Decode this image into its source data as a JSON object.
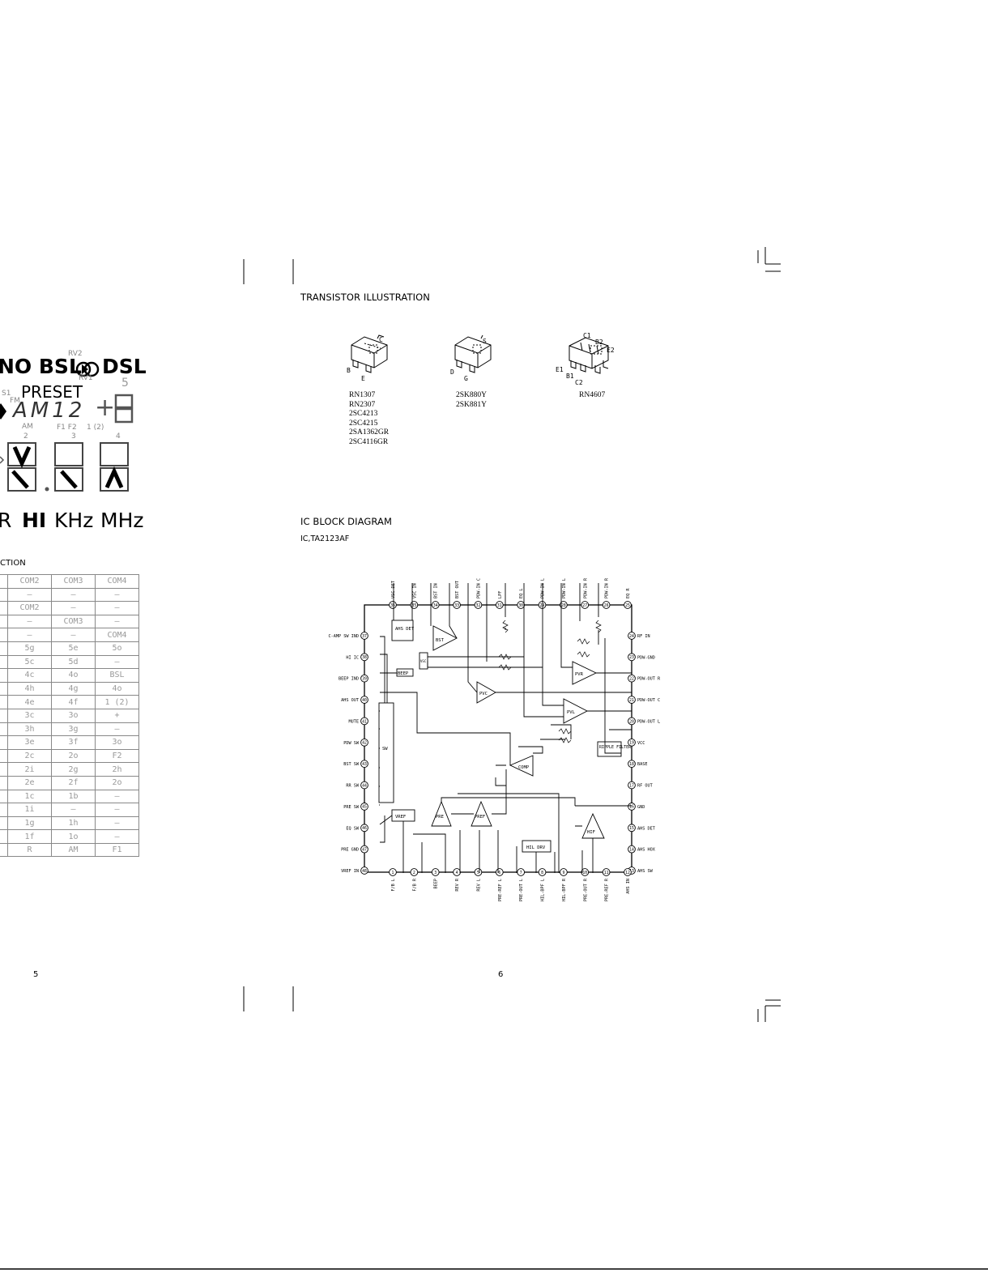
{
  "left_page": {
    "lcd": {
      "top_line": [
        "NO BSL",
        "DSL"
      ],
      "rv_labels": [
        "RV2",
        "RV1"
      ],
      "preset": "PRESET",
      "band_chars": "AM12",
      "st_fm": [
        "S1",
        "FM"
      ],
      "small_row": [
        "AM",
        "F1 F2",
        "1 (2)"
      ],
      "digit_numbers": [
        "2",
        "3",
        "4"
      ],
      "bottom_line": [
        "R",
        "HI",
        "KHz",
        "MHz"
      ],
      "plus": "+",
      "five": "5"
    },
    "section_fragment": "CTION",
    "segment_table": {
      "headers": [
        "COM2",
        "COM3",
        "COM4"
      ],
      "rows": [
        [
          "—",
          "—",
          "—"
        ],
        [
          "COM2",
          "—",
          "—"
        ],
        [
          "—",
          "COM3",
          "—"
        ],
        [
          "—",
          "—",
          "COM4"
        ],
        [
          "5g",
          "5e",
          "5o"
        ],
        [
          "5c",
          "5d",
          "—"
        ],
        [
          "4c",
          "4o",
          "BSL"
        ],
        [
          "4h",
          "4g",
          "4o"
        ],
        [
          "4e",
          "4f",
          "1 (2)"
        ],
        [
          "3c",
          "3o",
          "+"
        ],
        [
          "3h",
          "3g",
          "—"
        ],
        [
          "3e",
          "3f",
          "3o"
        ],
        [
          "2c",
          "2o",
          "F2"
        ],
        [
          "2i",
          "2g",
          "2h"
        ],
        [
          "2e",
          "2f",
          "2o"
        ],
        [
          "1c",
          "1b",
          "—"
        ],
        [
          "1i",
          "—",
          "—"
        ],
        [
          "1g",
          "1h",
          "—"
        ],
        [
          "1f",
          "1o",
          "—"
        ],
        [
          "R",
          "AM",
          "F1"
        ]
      ]
    },
    "page_number": "5"
  },
  "right_page": {
    "transistor_title": "TRANSISTOR ILLUSTRATION",
    "transistors": [
      {
        "pins": [
          "C",
          "B",
          "E"
        ],
        "parts": [
          "RN1307",
          "RN2307",
          "2SC4213",
          "2SC4215",
          "2SA1362GR",
          "2SC4116GR"
        ]
      },
      {
        "pins": [
          "S",
          "D",
          "G"
        ],
        "parts": [
          "2SK880Y",
          "2SK881Y"
        ]
      },
      {
        "pins": [
          "C1",
          "B2",
          "E2",
          "E1",
          "B1",
          "C2"
        ],
        "parts": [
          "RN4607"
        ]
      }
    ],
    "ic_title": "IC BLOCK DIAGRAM",
    "ic_subtitle": "IC,TA2123AF",
    "ic": {
      "top_pins": [
        {
          "num": "36",
          "label": "VSC DET"
        },
        {
          "num": "35",
          "label": "VSC IN"
        },
        {
          "num": "34",
          "label": "BST IN"
        },
        {
          "num": "33",
          "label": "BST OUT"
        },
        {
          "num": "32",
          "label": "PDW-IN C"
        },
        {
          "num": "31",
          "label": "LPF"
        },
        {
          "num": "30",
          "label": "EQ L"
        },
        {
          "num": "29",
          "label": "PDW-IN L"
        },
        {
          "num": "28",
          "label": "PDW-IN L"
        },
        {
          "num": "27",
          "label": "PDW-IN R"
        },
        {
          "num": "26",
          "label": "PDW-IN R"
        },
        {
          "num": "25",
          "label": "EQ R"
        }
      ],
      "left_pins": [
        {
          "num": "37",
          "label": "C-AMP SW IND"
        },
        {
          "num": "38",
          "label": "HI IC"
        },
        {
          "num": "39",
          "label": "BEEP IND"
        },
        {
          "num": "40",
          "label": "AHS OUT"
        },
        {
          "num": "41",
          "label": "MUTE"
        },
        {
          "num": "42",
          "label": "PDW SW"
        },
        {
          "num": "43",
          "label": "BST SW"
        },
        {
          "num": "44",
          "label": "RR SW"
        },
        {
          "num": "45",
          "label": "PRE SW"
        },
        {
          "num": "46",
          "label": "EQ SW"
        },
        {
          "num": "47",
          "label": "PRE GND"
        },
        {
          "num": "48",
          "label": "VREF IN"
        }
      ],
      "right_pins": [
        {
          "num": "24",
          "label": "RF IN"
        },
        {
          "num": "23",
          "label": "PDW-GND"
        },
        {
          "num": "22",
          "label": "PDW-OUT R"
        },
        {
          "num": "21",
          "label": "PDW-OUT C"
        },
        {
          "num": "20",
          "label": "PDW-OUT L"
        },
        {
          "num": "19",
          "label": "VCC"
        },
        {
          "num": "18",
          "label": "BASE"
        },
        {
          "num": "17",
          "label": "RF OUT"
        },
        {
          "num": "16",
          "label": "GND"
        },
        {
          "num": "15",
          "label": "AHS DET"
        },
        {
          "num": "14",
          "label": "AHS HOX"
        },
        {
          "num": "13",
          "label": "AHS SW"
        }
      ],
      "bottom_pins": [
        {
          "num": "1",
          "label": "F/B L"
        },
        {
          "num": "2",
          "label": "F/B R"
        },
        {
          "num": "3",
          "label": "BEEP"
        },
        {
          "num": "4",
          "label": "REV R"
        },
        {
          "num": "5",
          "label": "REV L"
        },
        {
          "num": "6",
          "label": "PRE-REF L"
        },
        {
          "num": "7",
          "label": "PRE-OUT L"
        },
        {
          "num": "8",
          "label": "HIL-BPF L"
        },
        {
          "num": "9",
          "label": "HIL-BPF R"
        },
        {
          "num": "10",
          "label": "PRE-OUT R"
        },
        {
          "num": "11",
          "label": "PRE-REF R"
        },
        {
          "num": "12",
          "label": "AHS IN"
        }
      ],
      "blocks": [
        "AHS DET",
        "BST",
        "VSC",
        "BEEP",
        "SW",
        "PVR",
        "PVC",
        "PVL",
        "COMP",
        "RIPPLE FILTER",
        "VREF",
        "PRE",
        "PREF",
        "HIL DRV",
        "HIF"
      ]
    },
    "page_number": "6"
  }
}
